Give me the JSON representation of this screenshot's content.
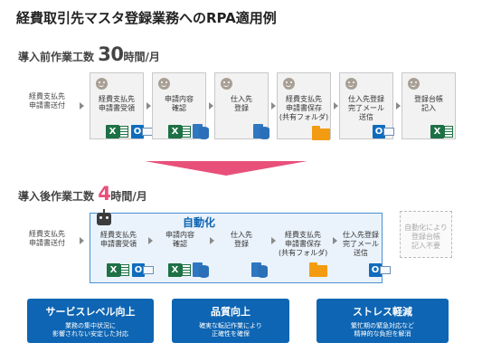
{
  "title": "経費取引先マスタ登録業務へのRPA適用例",
  "before": {
    "heading_prefix": "導入前作業工数",
    "hours": "30",
    "heading_suffix": "時間/月",
    "source": [
      "経費支払先",
      "申請書送付"
    ],
    "steps": [
      {
        "lines": [
          "経費支払先",
          "申請書受領"
        ],
        "icons": [
          "excel-icon",
          "outlook-icon"
        ]
      },
      {
        "lines": [
          "申請内容",
          "確認"
        ],
        "icons": [
          "excel-icon",
          "database-icon"
        ]
      },
      {
        "lines": [
          "仕入先",
          "登録"
        ],
        "icons": [
          "database-icon"
        ]
      },
      {
        "lines": [
          "経費支払先",
          "申請書保存",
          "(共有フォルダ)"
        ],
        "icons": [
          "folder-icon"
        ]
      },
      {
        "lines": [
          "仕入先登録",
          "完了メール",
          "送信"
        ],
        "icons": [
          "outlook-icon"
        ]
      },
      {
        "lines": [
          "登録台帳",
          "記入"
        ],
        "icons": [
          "excel-icon"
        ]
      }
    ]
  },
  "after": {
    "heading_prefix": "導入後作業工数",
    "hours": "4",
    "heading_suffix": "時間/月",
    "source": [
      "経費支払先",
      "申請書送付"
    ],
    "automation_label": "自動化",
    "steps": [
      {
        "lines": [
          "経費支払先",
          "申請書受領"
        ]
      },
      {
        "lines": [
          "申請内容",
          "確認"
        ]
      },
      {
        "lines": [
          "仕入先",
          "登録"
        ]
      },
      {
        "lines": [
          "経費支払先",
          "申請書保存",
          "(共有フォルダ)"
        ]
      },
      {
        "lines": [
          "仕入先登録",
          "完了メール",
          "送信"
        ]
      }
    ],
    "unneeded": [
      "自動化により",
      "登録台帳",
      "記入不要"
    ]
  },
  "benefits": [
    {
      "title": "サービスレベル向上",
      "desc": [
        "業務の集中状況に",
        "影響されない安定した対応"
      ]
    },
    {
      "title": "品質向上",
      "desc": [
        "確実な転記作業により",
        "正確性を確保"
      ]
    },
    {
      "title": "ストレス軽減",
      "desc": [
        "繁忙期の緊急対応など",
        "精神的な負担を解消"
      ]
    }
  ],
  "colors": {
    "accent": "#e8507a",
    "blue": "#0e65b3",
    "excel": "#1e7145",
    "outlook": "#0f6cbd",
    "folder": "#f39c12"
  }
}
